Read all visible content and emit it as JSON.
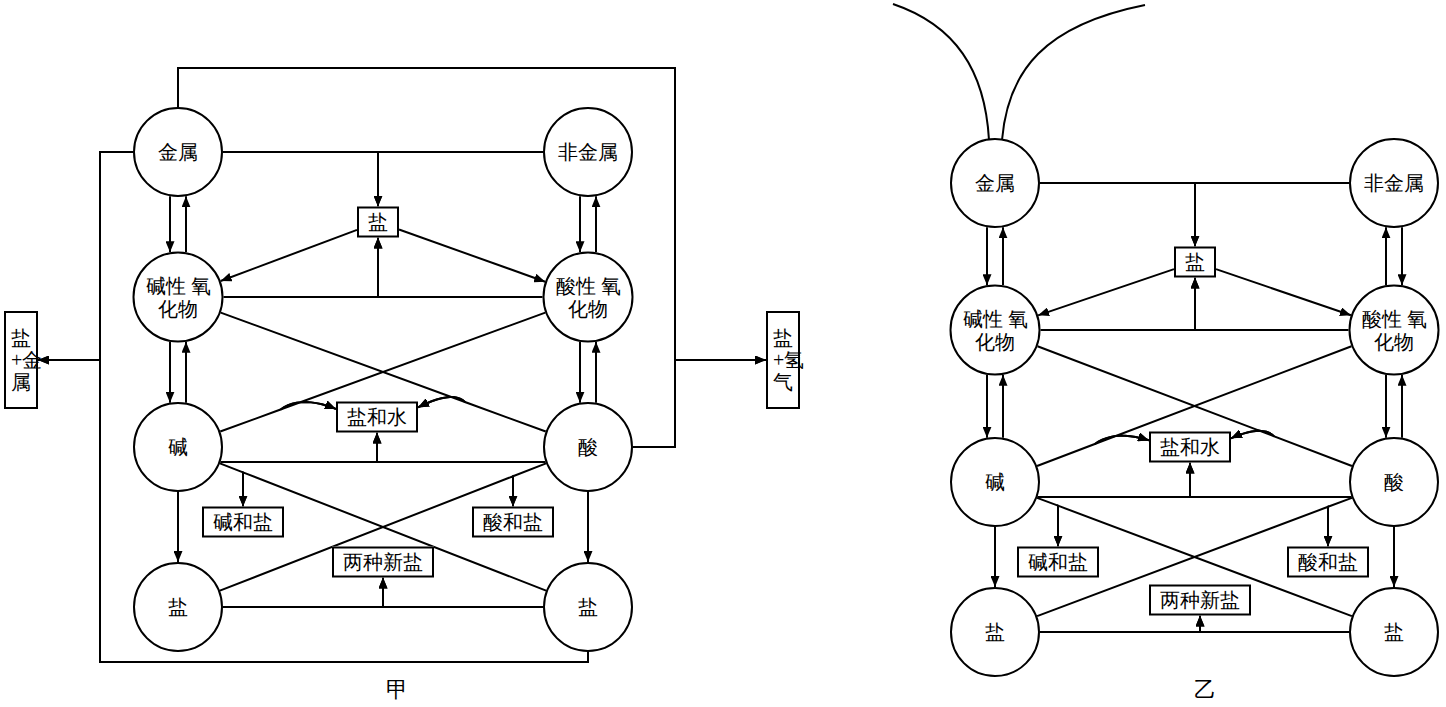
{
  "diagram": {
    "nodes": [
      {
        "text": [
          "金属"
        ]
      },
      {
        "text": [
          "非金属"
        ]
      },
      {
        "text": [
          "盐"
        ]
      },
      {
        "text": [
          "碱性 氧化物"
        ]
      },
      {
        "text": [
          "酸性 氧化物"
        ]
      },
      {
        "text": [
          "盐和水"
        ]
      },
      {
        "text": [
          "碱"
        ]
      },
      {
        "text": [
          "酸"
        ]
      },
      {
        "text": [
          "碱和盐"
        ]
      },
      {
        "text": [
          "酸和盐"
        ]
      },
      {
        "text": [
          "两种新盐"
        ]
      },
      {
        "text": [
          "盐"
        ]
      },
      {
        "text": [
          "盐"
        ]
      },
      {
        "text": [
          "盐+金属"
        ]
      },
      {
        "text": [
          "盐+氢气"
        ]
      },
      {
        "text": [
          "金属"
        ]
      },
      {
        "text": [
          "非金属"
        ]
      },
      {
        "text": [
          "盐"
        ]
      },
      {
        "text": [
          "碱性 氧化物"
        ]
      },
      {
        "text": [
          "酸性 氧化物"
        ]
      },
      {
        "text": [
          "盐和水"
        ]
      },
      {
        "text": [
          "碱"
        ]
      },
      {
        "text": [
          "酸"
        ]
      },
      {
        "text": [
          "碱和盐"
        ]
      },
      {
        "text": [
          "酸和盐"
        ]
      },
      {
        "text": [
          "两种新盐"
        ]
      },
      {
        "text": [
          "盐"
        ]
      },
      {
        "text": [
          "盐"
        ]
      }
    ],
    "edges": [
      {
        "from": 0,
        "to": 3,
        "arrow": "to"
      },
      {
        "from": 3,
        "to": 0,
        "arrow": "to"
      },
      {
        "from": 1,
        "to": 4,
        "arrow": "to"
      },
      {
        "from": 4,
        "to": 1,
        "arrow": "to"
      },
      {
        "from": 3,
        "to": 6,
        "arrow": "to"
      },
      {
        "from": 6,
        "to": 3,
        "arrow": "to"
      },
      {
        "from": 4,
        "to": 7,
        "arrow": "to"
      },
      {
        "from": 7,
        "to": 4,
        "arrow": "to"
      },
      {
        "from": 6,
        "to": 11,
        "arrow": "to"
      },
      {
        "from": 7,
        "to": 12,
        "arrow": "to"
      },
      {
        "from": 0,
        "to": 2,
        "arrow": "to"
      },
      {
        "from": 1,
        "to": 2,
        "arrow": "to"
      },
      {
        "from": 2,
        "to": 3,
        "arrow": "to"
      },
      {
        "from": 2,
        "to": 4,
        "arrow": "to"
      },
      {
        "from": 3,
        "to": 2,
        "arrow": "to"
      },
      {
        "from": 4,
        "to": 2,
        "arrow": "to"
      },
      {
        "from": 6,
        "to": 5,
        "arrow": "to"
      },
      {
        "from": 4,
        "to": 5,
        "arrow": "to"
      },
      {
        "from": 3,
        "to": 5,
        "arrow": "to"
      },
      {
        "from": 7,
        "to": 5,
        "arrow": "to"
      },
      {
        "from": 6,
        "to": 5,
        "arrow": "to"
      },
      {
        "from": 7,
        "to": 5,
        "arrow": "to"
      },
      {
        "from": 6,
        "to": 8,
        "arrow": "to"
      },
      {
        "from": 12,
        "to": 8,
        "arrow": "to"
      },
      {
        "from": 7,
        "to": 9,
        "arrow": "to"
      },
      {
        "from": 11,
        "to": 9,
        "arrow": "to"
      },
      {
        "from": 11,
        "to": 10,
        "arrow": "to"
      },
      {
        "from": 12,
        "to": 10,
        "arrow": "to"
      },
      {
        "from": 0,
        "to": 13,
        "arrow": "to"
      },
      {
        "from": 12,
        "to": 13,
        "arrow": "to"
      },
      {
        "from": 0,
        "to": 14,
        "arrow": "to"
      },
      {
        "from": 7,
        "to": 14,
        "arrow": "to"
      },
      {
        "from": 15,
        "to": 18,
        "arrow": "to"
      },
      {
        "from": 18,
        "to": 15,
        "arrow": "to"
      },
      {
        "from": 16,
        "to": 19,
        "arrow": "to"
      },
      {
        "from": 19,
        "to": 16,
        "arrow": "to"
      },
      {
        "from": 18,
        "to": 21,
        "arrow": "to"
      },
      {
        "from": 21,
        "to": 18,
        "arrow": "to"
      },
      {
        "from": 19,
        "to": 22,
        "arrow": "to"
      },
      {
        "from": 22,
        "to": 19,
        "arrow": "to"
      },
      {
        "from": 21,
        "to": 26,
        "arrow": "to"
      },
      {
        "from": 22,
        "to": 27,
        "arrow": "to"
      },
      {
        "from": 15,
        "to": 17,
        "arrow": "to"
      },
      {
        "from": 16,
        "to": 17,
        "arrow": "to"
      },
      {
        "from": 17,
        "to": 18,
        "arrow": "to"
      },
      {
        "from": 17,
        "to": 19,
        "arrow": "to"
      },
      {
        "from": 18,
        "to": 17,
        "arrow": "to"
      },
      {
        "from": 19,
        "to": 17,
        "arrow": "to"
      },
      {
        "from": 21,
        "to": 20,
        "arrow": "to"
      },
      {
        "from": 19,
        "to": 20,
        "arrow": "to"
      },
      {
        "from": 18,
        "to": 20,
        "arrow": "to"
      },
      {
        "from": 22,
        "to": 20,
        "arrow": "to"
      },
      {
        "from": 21,
        "to": 20,
        "arrow": "to"
      },
      {
        "from": 22,
        "to": 20,
        "arrow": "to"
      },
      {
        "from": 21,
        "to": 23,
        "arrow": "to"
      },
      {
        "from": 27,
        "to": 23,
        "arrow": "to"
      },
      {
        "from": 22,
        "to": 24,
        "arrow": "to"
      },
      {
        "from": 26,
        "to": 24,
        "arrow": "to"
      },
      {
        "from": 26,
        "to": 25,
        "arrow": "to"
      },
      {
        "from": 27,
        "to": 25,
        "arrow": "to"
      }
    ],
    "labels": [
      "甲",
      "乙"
    ]
  }
}
